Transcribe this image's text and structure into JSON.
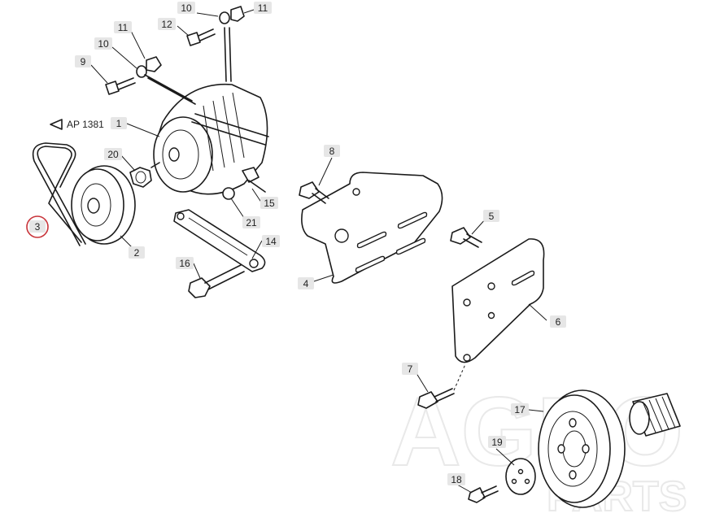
{
  "reference": {
    "code": "AP 1381"
  },
  "callouts": [
    {
      "id": "c10a",
      "text": "10"
    },
    {
      "id": "c11a",
      "text": "11"
    },
    {
      "id": "c12",
      "text": "12"
    },
    {
      "id": "c11b",
      "text": "11"
    },
    {
      "id": "c10b",
      "text": "10"
    },
    {
      "id": "c9",
      "text": "9"
    },
    {
      "id": "c1",
      "text": "1"
    },
    {
      "id": "c20",
      "text": "20"
    },
    {
      "id": "c3",
      "text": "3"
    },
    {
      "id": "c2",
      "text": "2"
    },
    {
      "id": "c8",
      "text": "8"
    },
    {
      "id": "c15",
      "text": "15"
    },
    {
      "id": "c21",
      "text": "21"
    },
    {
      "id": "c14",
      "text": "14"
    },
    {
      "id": "c16",
      "text": "16"
    },
    {
      "id": "c4",
      "text": "4"
    },
    {
      "id": "c5",
      "text": "5"
    },
    {
      "id": "c6",
      "text": "6"
    },
    {
      "id": "c7",
      "text": "7"
    },
    {
      "id": "c17",
      "text": "17"
    },
    {
      "id": "c19",
      "text": "19"
    },
    {
      "id": "c18",
      "text": "18"
    }
  ],
  "highlighted_callout": "3",
  "watermark": {
    "line1": "AGRO",
    "line2": "PARTS"
  },
  "colors": {
    "line": "#1b1b1b",
    "callout_bg": "#e6e6e6",
    "highlight": "#c8343a",
    "watermark": "#e9e9e9"
  }
}
